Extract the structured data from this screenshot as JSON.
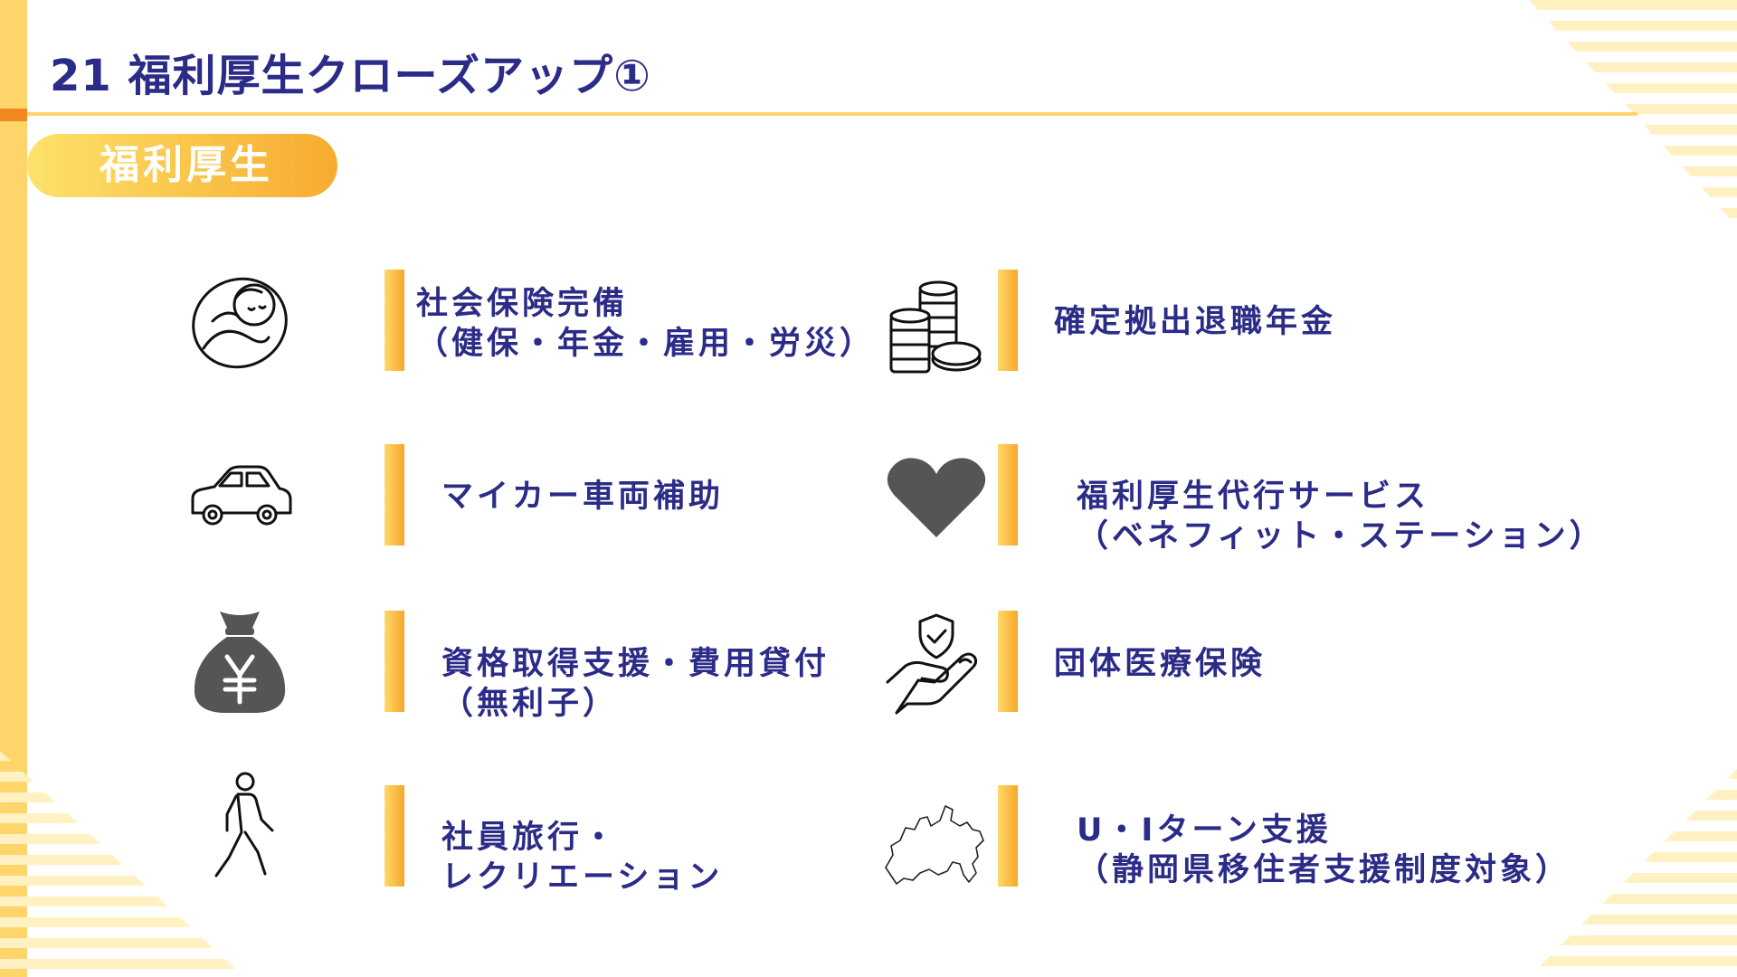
{
  "slide": {
    "title": "21 福利厚生クローズアップ①",
    "section_label": "福利厚生"
  },
  "benefits": [
    {
      "icon": "baby-icon",
      "line1": "社会保険完備",
      "line2": "（健保・年金・雇用・労災）"
    },
    {
      "icon": "coins-icon",
      "line1": "確定拠出退職年金",
      "line2": ""
    },
    {
      "icon": "car-icon",
      "line1": "マイカー車両補助",
      "line2": ""
    },
    {
      "icon": "heart-icon",
      "line1": "福利厚生代行サービス",
      "line2": "（ベネフィット・ステーション）"
    },
    {
      "icon": "yen-bag-icon",
      "line1": "資格取得支援・費用貸付",
      "line2": "（無利子）"
    },
    {
      "icon": "hand-shield-icon",
      "line1": "団体医療保険",
      "line2": ""
    },
    {
      "icon": "walking-person-icon",
      "line1": "社員旅行・",
      "line2": "レクリエーション"
    },
    {
      "icon": "shizuoka-map-icon",
      "line1": "U・Iターン支援",
      "line2": "（静岡県移住者支援制度対象）"
    }
  ],
  "colors": {
    "title_text": "#2b2b88",
    "accent_yellow": "#fdd56b",
    "accent_orange": "#f7a72b",
    "icon_gray": "#555555"
  }
}
